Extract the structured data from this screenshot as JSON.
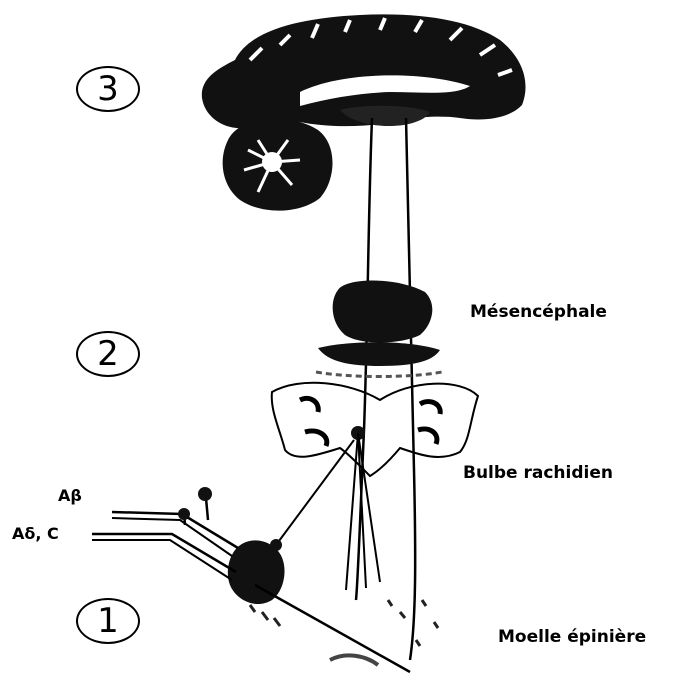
{
  "levels": {
    "level3": "3",
    "level2": "2",
    "level1": "1"
  },
  "regions": {
    "mesencephale": "Mésencéphale",
    "bulbe": "Bulbe rachidien",
    "moelle": "Moelle épinière"
  },
  "fibers": {
    "a_beta": "Aβ",
    "a_delta_c": "Aδ, C"
  }
}
